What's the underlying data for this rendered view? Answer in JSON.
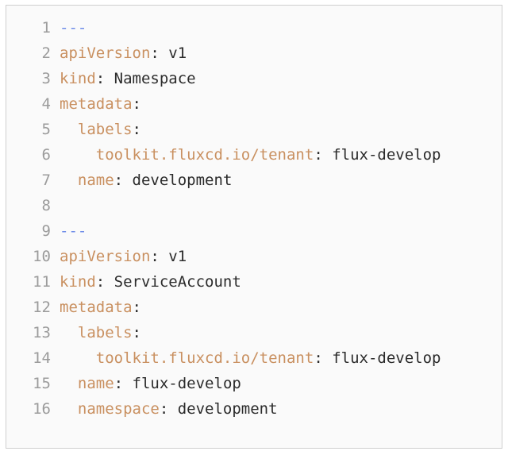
{
  "editor": {
    "language": "yaml",
    "background_color": "#fafafa",
    "border_color": "#cfcfcf",
    "gutter_color": "#9b9b9b",
    "key_color": "#c99060",
    "value_color": "#2b2b2b",
    "separator_color": "#6d8ce8",
    "lines": [
      {
        "number": "1",
        "indent": "",
        "kind": "separator",
        "separator": "---",
        "key": "",
        "punct": "",
        "value": "",
        "raw": "---"
      },
      {
        "number": "2",
        "indent": "",
        "kind": "pair",
        "separator": "",
        "key": "apiVersion",
        "punct": ":",
        "value": " v1",
        "raw": "apiVersion: v1"
      },
      {
        "number": "3",
        "indent": "",
        "kind": "pair",
        "separator": "",
        "key": "kind",
        "punct": ":",
        "value": " Namespace",
        "raw": "kind: Namespace"
      },
      {
        "number": "4",
        "indent": "",
        "kind": "pair",
        "separator": "",
        "key": "metadata",
        "punct": ":",
        "value": "",
        "raw": "metadata:"
      },
      {
        "number": "5",
        "indent": "  ",
        "kind": "pair",
        "separator": "",
        "key": "labels",
        "punct": ":",
        "value": "",
        "raw": "  labels:"
      },
      {
        "number": "6",
        "indent": "    ",
        "kind": "pair",
        "separator": "",
        "key": "toolkit.fluxcd.io/tenant",
        "punct": ":",
        "value": " flux-develop",
        "raw": "    toolkit.fluxcd.io/tenant: flux-develop"
      },
      {
        "number": "7",
        "indent": "  ",
        "kind": "pair",
        "separator": "",
        "key": "name",
        "punct": ":",
        "value": " development",
        "raw": "  name: development"
      },
      {
        "number": "8",
        "indent": "",
        "kind": "blank",
        "separator": "",
        "key": "",
        "punct": "",
        "value": "",
        "raw": ""
      },
      {
        "number": "9",
        "indent": "",
        "kind": "separator",
        "separator": "---",
        "key": "",
        "punct": "",
        "value": "",
        "raw": "---"
      },
      {
        "number": "10",
        "indent": "",
        "kind": "pair",
        "separator": "",
        "key": "apiVersion",
        "punct": ":",
        "value": " v1",
        "raw": "apiVersion: v1"
      },
      {
        "number": "11",
        "indent": "",
        "kind": "pair",
        "separator": "",
        "key": "kind",
        "punct": ":",
        "value": " ServiceAccount",
        "raw": "kind: ServiceAccount"
      },
      {
        "number": "12",
        "indent": "",
        "kind": "pair",
        "separator": "",
        "key": "metadata",
        "punct": ":",
        "value": "",
        "raw": "metadata:"
      },
      {
        "number": "13",
        "indent": "  ",
        "kind": "pair",
        "separator": "",
        "key": "labels",
        "punct": ":",
        "value": "",
        "raw": "  labels:"
      },
      {
        "number": "14",
        "indent": "    ",
        "kind": "pair",
        "separator": "",
        "key": "toolkit.fluxcd.io/tenant",
        "punct": ":",
        "value": " flux-develop",
        "raw": "    toolkit.fluxcd.io/tenant: flux-develop"
      },
      {
        "number": "15",
        "indent": "  ",
        "kind": "pair",
        "separator": "",
        "key": "name",
        "punct": ":",
        "value": " flux-develop",
        "raw": "  name: flux-develop"
      },
      {
        "number": "16",
        "indent": "  ",
        "kind": "pair",
        "separator": "",
        "key": "namespace",
        "punct": ":",
        "value": " development",
        "raw": "  namespace: development"
      }
    ]
  }
}
